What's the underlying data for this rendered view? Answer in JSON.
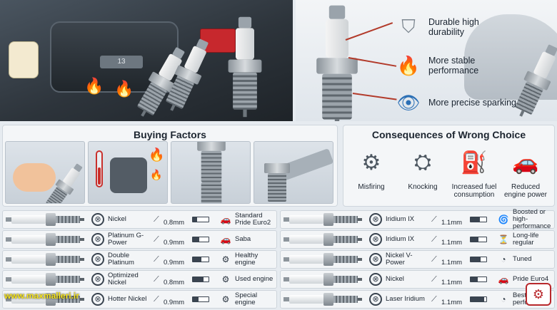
{
  "hero": {
    "engine_badge": "13",
    "features": [
      {
        "icon": "shield-icon",
        "glyph": "⛉",
        "label": "Durable high durability"
      },
      {
        "icon": "flame-icon",
        "glyph": "🔥",
        "label": "More stable performance"
      },
      {
        "icon": "eye-icon",
        "glyph": "👁",
        "label": "More precise sparking"
      }
    ]
  },
  "buying_factors": {
    "title": "Buying Factors"
  },
  "consequences": {
    "title": "Consequences of Wrong Choice",
    "items": [
      {
        "icon": "engine-warning-icon",
        "glyph": "⚙",
        "label": "Misfiring"
      },
      {
        "icon": "piston-icon",
        "glyph": "⛭",
        "label": "Knocking"
      },
      {
        "icon": "fuel-pump-icon",
        "glyph": "⛽",
        "label": "Increased fuel consumption"
      },
      {
        "icon": "car-icon",
        "glyph": "🚗",
        "label": "Reduced engine power"
      }
    ]
  },
  "products_left": [
    {
      "name": "Nickel",
      "gap": "0.8mm",
      "level": 0.25,
      "use": "Standard Pride Euro2",
      "use_icon": "car-icon"
    },
    {
      "name": "Platinum G-Power",
      "gap": "0.9mm",
      "level": 0.4,
      "use": "Saba",
      "use_icon": "car-icon"
    },
    {
      "name": "Double Platinum",
      "gap": "0.9mm",
      "level": 0.55,
      "use": "Healthy engine",
      "use_icon": "engine-icon"
    },
    {
      "name": "Optimized Nickel",
      "gap": "0.8mm",
      "level": 0.7,
      "use": "Used engine",
      "use_icon": "engine-icon"
    },
    {
      "name": "Hotter Nickel",
      "gap": "0.9mm",
      "level": 0.35,
      "use": "Special engine",
      "use_icon": "engine-icon"
    }
  ],
  "products_right": [
    {
      "name": "Iridium IX",
      "gap": "1.1mm",
      "level": 0.6,
      "use": "Boosted or high-performance",
      "use_icon": "turbo-icon"
    },
    {
      "name": "Iridium IX",
      "gap": "1.1mm",
      "level": 0.5,
      "use": "Long-life regular",
      "use_icon": "hourglass-icon"
    },
    {
      "name": "Nickel V-Power",
      "gap": "1.1mm",
      "level": 0.65,
      "use": "Tuned",
      "use_icon": "gauge-icon"
    },
    {
      "name": "Nickel",
      "gap": "1.1mm",
      "level": 0.45,
      "use": "Pride Euro4",
      "use_icon": "car-icon"
    },
    {
      "name": "Laser Iridium",
      "gap": "1.1mm",
      "level": 0.85,
      "use": "Best performance",
      "use_icon": "gauge-icon"
    }
  ],
  "watermark": "www.maxmalleri.ir"
}
